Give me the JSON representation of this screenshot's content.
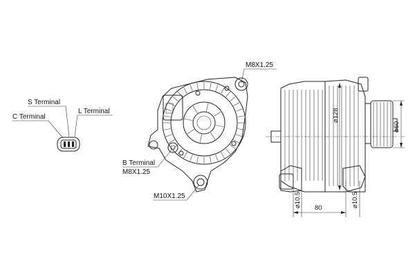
{
  "connector": {
    "s_terminal": "S Terminal",
    "c_terminal": "C Terminal",
    "l_terminal": "L Terminal"
  },
  "front_view": {
    "top_thread": "M8X1.25",
    "b_terminal": "B Terminal",
    "b_thread": "M8X1.25",
    "bottom_thread": "M10X1.25"
  },
  "side_view": {
    "diameter_128": "⌀128",
    "diameter_60": "⌀60",
    "dim_80": "80",
    "diameter_10_5_left": "⌀10.5",
    "diameter_10_5_right": "⌀10.5"
  },
  "colors": {
    "line": "#222222",
    "background": "#ffffff"
  }
}
